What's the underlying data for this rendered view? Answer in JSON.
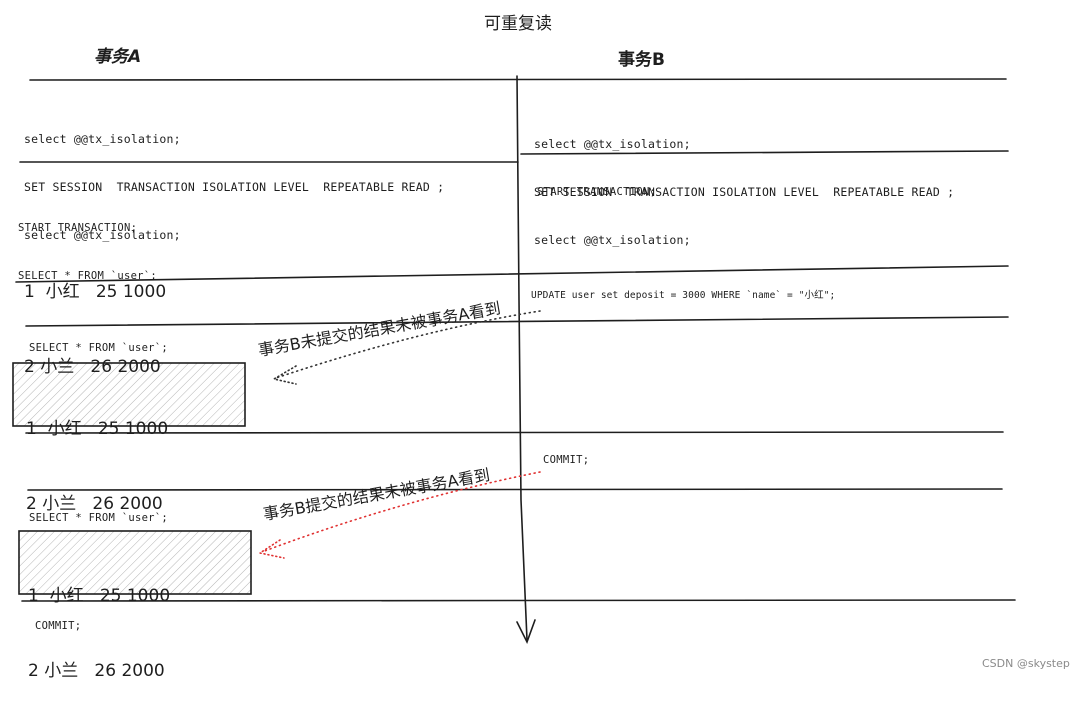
{
  "title": "可重复读",
  "columns": {
    "a": "事务A",
    "b": "事务B"
  },
  "block1": {
    "a": [
      "select @@tx_isolation;",
      "SET SESSION  TRANSACTION ISOLATION LEVEL  REPEATABLE READ ;",
      "select @@tx_isolation;"
    ],
    "b": [
      "select @@tx_isolation;",
      "SET SESSION  TRANSACTION ISOLATION LEVEL  REPEATABLE READ ;",
      "select @@tx_isolation;"
    ]
  },
  "block2": {
    "a": [
      "START TRANSACTION;",
      "SELECT * FROM `user`;"
    ],
    "a_rows": [
      "1  小红   25 1000",
      "2 小兰   26 2000"
    ],
    "b": "START TRANSACTION;"
  },
  "block3": {
    "b": "UPDATE user set deposit = 3000 WHERE `name` = \"小红\";",
    "a": "SELECT * FROM `user`;",
    "a_rows": [
      "1  小红   25 1000",
      "2 小兰   26 2000"
    ],
    "note": "事务B未提交的结果未被事务A看到"
  },
  "block4": {
    "b": "COMMIT;",
    "a": "SELECT * FROM `user`;",
    "a_rows": [
      "1  小红   25 1000",
      "2 小兰   26 2000"
    ],
    "note": "事务B提交的结果未被事务A看到"
  },
  "block5": {
    "a": "COMMIT;"
  },
  "watermark": "CSDN @skystep",
  "colors": {
    "ink": "#1e1e1e",
    "hatch": "#9a9a9a",
    "dots_black": "#333333",
    "dots_red": "#e03131",
    "watermark": "#8a8a8a"
  }
}
